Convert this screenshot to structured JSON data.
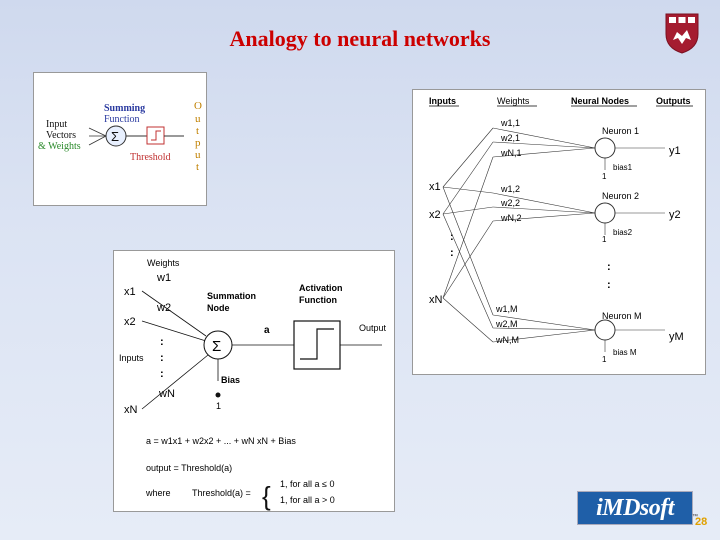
{
  "slide": {
    "title": "Analogy to neural networks",
    "page_number": "28"
  },
  "small_diagram": {
    "summing_label": "Summing",
    "function_label": "Function",
    "input_label": "Input",
    "vectors_label": "Vectors",
    "weights_label": "& Weights",
    "sigma": "Σ",
    "threshold_label": "Threshold",
    "output_letters": [
      "O",
      "u",
      "t",
      "p",
      "u",
      "t"
    ]
  },
  "network_diagram": {
    "headers": [
      "Inputs",
      "Weights",
      "Neural Nodes",
      "Outputs"
    ],
    "inputs": [
      "x1",
      "x2",
      "xN"
    ],
    "weights": [
      "w1,1",
      "w2,1",
      "wN,1",
      "w1,2",
      "w2,2",
      "wN,2",
      "w1,M",
      "w2,M",
      "wN,M"
    ],
    "neurons": [
      "Neuron 1",
      "Neuron 2",
      "Neuron M"
    ],
    "biases": [
      "bias1",
      "bias2",
      "bias M"
    ],
    "outputs": [
      "y1",
      "y2",
      "yM"
    ],
    "bias_value": "1"
  },
  "perceptron": {
    "weights_header": "Weights",
    "weights": [
      "w1",
      "w2",
      "wN"
    ],
    "inputs": [
      "x1",
      "x2",
      "xN"
    ],
    "inputs_label": "Inputs",
    "summation_label": "Summation",
    "node_label": "Node",
    "activation_label": "Activation",
    "function_label": "Function",
    "a_label": "a",
    "output_label": "Output",
    "bias_label": "Bias",
    "bias_value": "1",
    "sigma": "Σ",
    "eq1": "a = w1x1 + w2x2 + ... + wN xN + Bias",
    "eq2": "output = Threshold(a)",
    "eq3_where": "where",
    "eq3_threshold": "Threshold(a) =",
    "eq3_case1": "1,  for all a ≤ 0",
    "eq3_case2": "1,  for all a > 0"
  },
  "logo": {
    "text": "iMDsoft",
    "tm": "™"
  }
}
